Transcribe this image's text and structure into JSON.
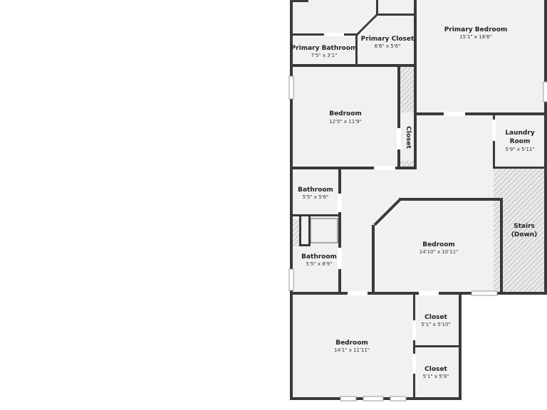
{
  "rooms": {
    "primary_bedroom": {
      "name": "Primary Bedroom",
      "dims": "15'1\" x 18'6\""
    },
    "primary_closet": {
      "name": "Primary Closet",
      "dims": "6'6\" x 5'6\""
    },
    "primary_bathroom": {
      "name": "Primary Bathroom",
      "dims": "7'5\" x 3'1\""
    },
    "bedroom_upper": {
      "name": "Bedroom",
      "dims": "12'5\" x 11'9\""
    },
    "closet_vertical": {
      "name": "Closet"
    },
    "laundry_room": {
      "line1": "Laundry",
      "line2": "Room",
      "dims": "5'9\" x 5'11\""
    },
    "bathroom_upper": {
      "name": "Bathroom",
      "dims": "5'5\" x 5'6\""
    },
    "bathroom_lower": {
      "name": "Bathroom",
      "dims": "5'5\" x 8'9\""
    },
    "bedroom_middle": {
      "name": "Bedroom",
      "dims": "14'10\" x 10'11\""
    },
    "stairs": {
      "line1": "Stairs",
      "line2": "(Down)"
    },
    "bedroom_lower": {
      "name": "Bedroom",
      "dims": "14'1\" x 11'11\""
    },
    "closet_upper": {
      "name": "Closet",
      "dims": "5'1\" x 5'10\""
    },
    "closet_lower": {
      "name": "Closet",
      "dims": "5'1\" x 5'9\""
    }
  }
}
